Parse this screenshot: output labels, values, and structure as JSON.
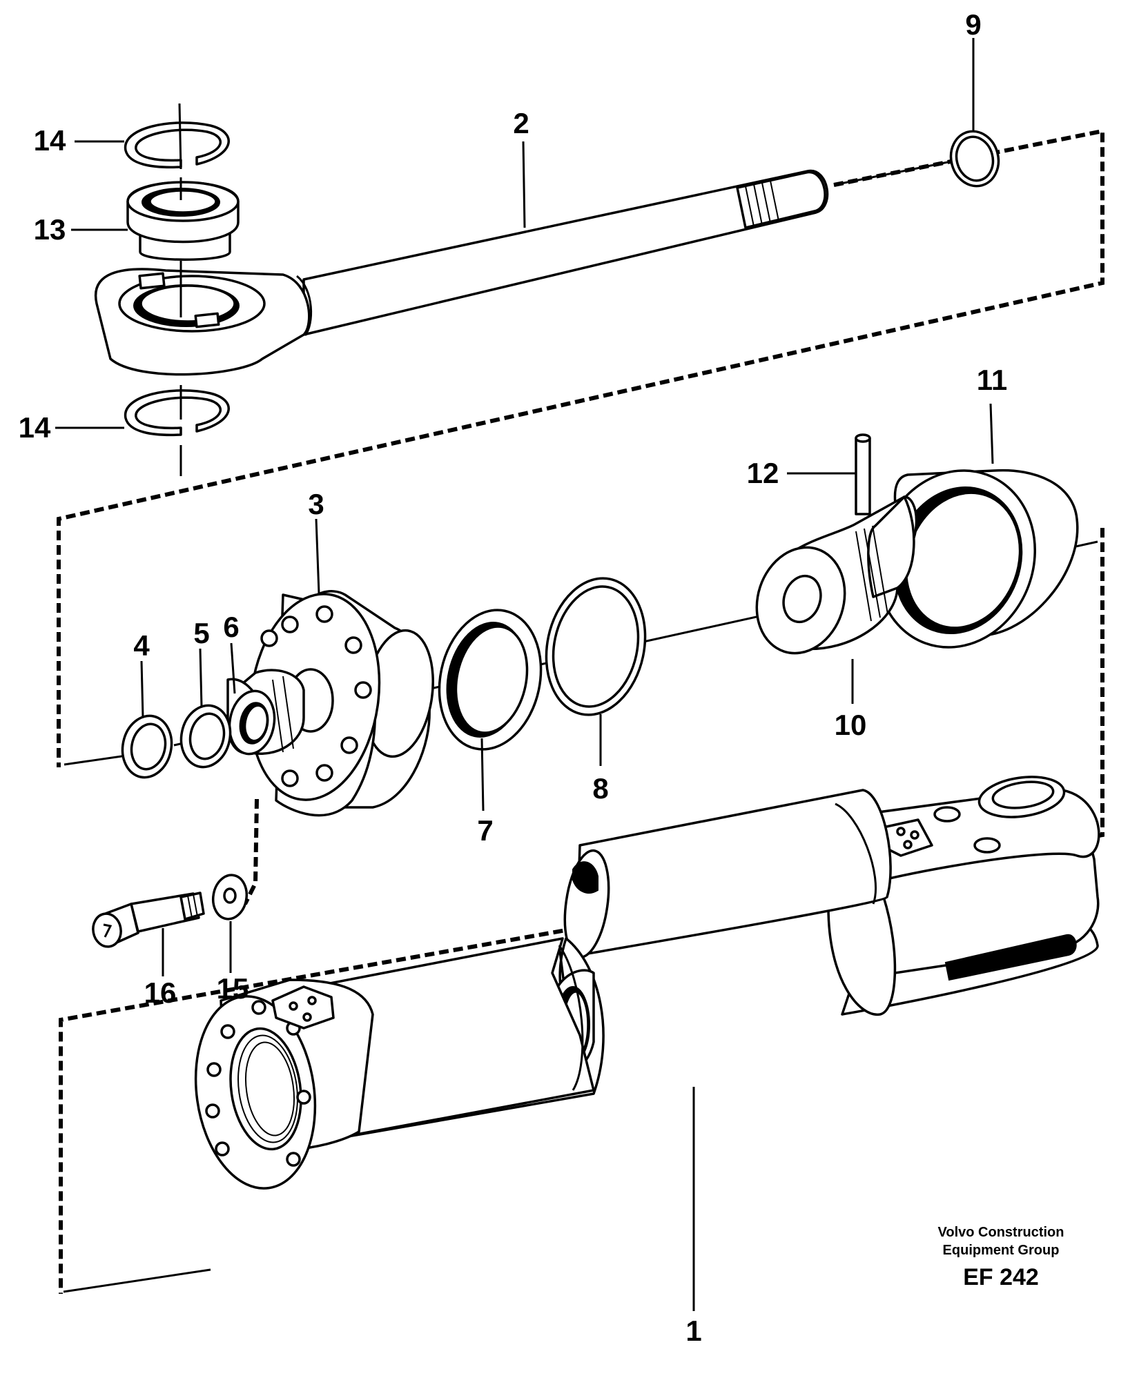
{
  "diagram": {
    "part_labels": [
      {
        "id": "1",
        "text": "1"
      },
      {
        "id": "2",
        "text": "2"
      },
      {
        "id": "3",
        "text": "3"
      },
      {
        "id": "4",
        "text": "4"
      },
      {
        "id": "5",
        "text": "5"
      },
      {
        "id": "6",
        "text": "6"
      },
      {
        "id": "7",
        "text": "7"
      },
      {
        "id": "8",
        "text": "8"
      },
      {
        "id": "9",
        "text": "9"
      },
      {
        "id": "10",
        "text": "10"
      },
      {
        "id": "11",
        "text": "11"
      },
      {
        "id": "12",
        "text": "12"
      },
      {
        "id": "13",
        "text": "13"
      },
      {
        "id": "14a",
        "text": "14"
      },
      {
        "id": "14b",
        "text": "14"
      },
      {
        "id": "15",
        "text": "15"
      },
      {
        "id": "16",
        "text": "16"
      }
    ],
    "credit_line1": "Volvo Construction",
    "credit_line2": "Equipment Group",
    "figure_code": "EF 242"
  }
}
